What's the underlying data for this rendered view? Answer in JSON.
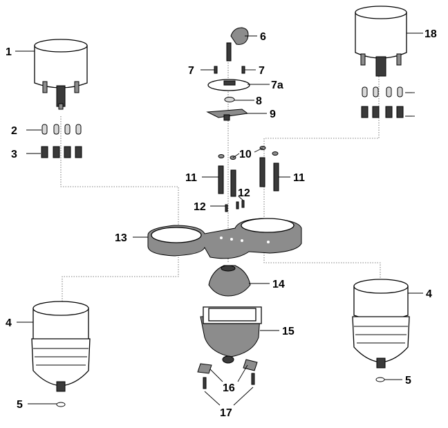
{
  "labels": {
    "l1": "1",
    "l2": "2",
    "l3": "3",
    "l4_left": "4",
    "l4_right": "4",
    "l5_left": "5",
    "l5_right": "5",
    "l6": "6",
    "l7_left": "7",
    "l7_right": "7",
    "l7a": "7a",
    "l8": "8",
    "l9": "9",
    "l10": "10",
    "l11_left": "11",
    "l11_right": "11",
    "l12_left": "12",
    "l12_right": "12",
    "l13": "13",
    "l14": "14",
    "l15": "15",
    "l16": "16",
    "l17": "17",
    "l18": "18"
  }
}
